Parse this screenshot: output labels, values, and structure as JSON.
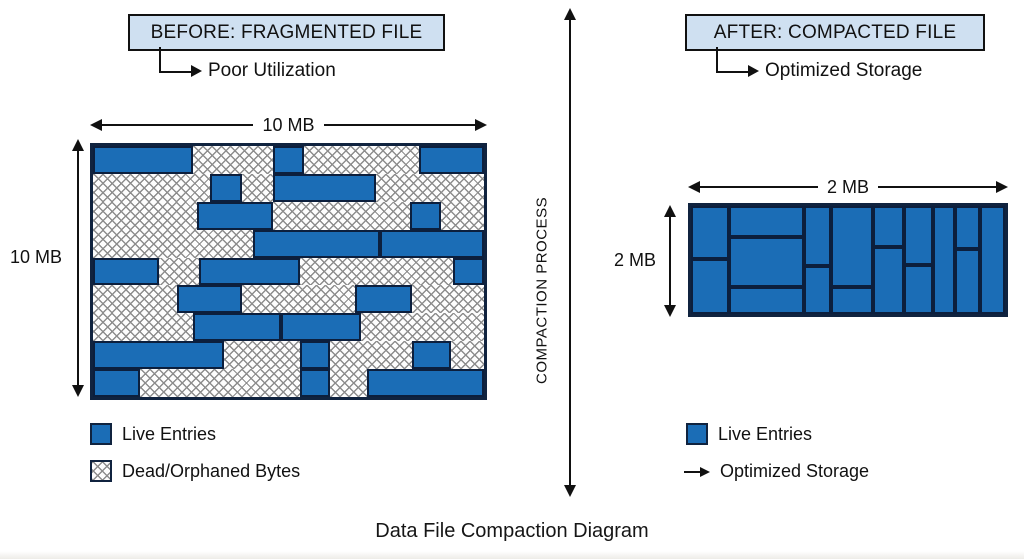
{
  "title": "Data File Compaction Diagram",
  "colors": {
    "live_block": "#1b6db6",
    "block_border": "#0c1f3d",
    "header_box_fill": "#cfe0f1",
    "line": "#111111"
  },
  "process": {
    "label": "COMPACTION PROCESS"
  },
  "before": {
    "header": "BEFORE: FRAGMENTED FILE",
    "callout": "Poor Utilization",
    "width_label": "10 MB",
    "height_label": "10 MB",
    "legend": [
      {
        "swatch": "live",
        "label": "Live Entries"
      },
      {
        "swatch": "dead",
        "label": "Dead/Orphaned Bytes"
      }
    ],
    "rows": [
      [
        {
          "t": "live",
          "w": 25.5
        },
        {
          "t": "dead",
          "w": 20.5
        },
        {
          "t": "live",
          "w": 8
        },
        {
          "t": "dead",
          "w": 29.5
        },
        {
          "t": "live",
          "w": 16.5
        }
      ],
      [
        {
          "t": "dead",
          "w": 30
        },
        {
          "t": "live",
          "w": 8
        },
        {
          "t": "dead",
          "w": 8
        },
        {
          "t": "live",
          "w": 26.5
        },
        {
          "t": "dead",
          "w": 27.5
        }
      ],
      [
        {
          "t": "dead",
          "w": 26.5
        },
        {
          "t": "live",
          "w": 19.5
        },
        {
          "t": "dead",
          "w": 35
        },
        {
          "t": "live",
          "w": 8
        },
        {
          "t": "dead",
          "w": 11
        }
      ],
      [
        {
          "t": "dead",
          "w": 41
        },
        {
          "t": "live",
          "w": 32.5
        },
        {
          "t": "live",
          "w": 26.5
        }
      ],
      [
        {
          "t": "live",
          "w": 17
        },
        {
          "t": "dead",
          "w": 10
        },
        {
          "t": "live",
          "w": 26
        },
        {
          "t": "dead",
          "w": 39
        },
        {
          "t": "live",
          "w": 8
        }
      ],
      [
        {
          "t": "dead",
          "w": 21.5
        },
        {
          "t": "live",
          "w": 16.5
        },
        {
          "t": "dead",
          "w": 29
        },
        {
          "t": "live",
          "w": 14.5
        },
        {
          "t": "dead",
          "w": 18.5
        }
      ],
      [
        {
          "t": "dead",
          "w": 25.5
        },
        {
          "t": "live",
          "w": 22.5
        },
        {
          "t": "live",
          "w": 20.5
        },
        {
          "t": "dead",
          "w": 31.5
        }
      ],
      [
        {
          "t": "live",
          "w": 33.5
        },
        {
          "t": "dead",
          "w": 19.5
        },
        {
          "t": "live",
          "w": 7.5
        },
        {
          "t": "dead",
          "w": 21
        },
        {
          "t": "live",
          "w": 10
        },
        {
          "t": "dead",
          "w": 8.5
        }
      ],
      [
        {
          "t": "live",
          "w": 12
        },
        {
          "t": "dead",
          "w": 41
        },
        {
          "t": "live",
          "w": 7.5
        },
        {
          "t": "dead",
          "w": 9.5
        },
        {
          "t": "live",
          "w": 30
        }
      ]
    ]
  },
  "after": {
    "header": "AFTER: COMPACTED FILE",
    "callout": "Optimized Storage",
    "width_label": "2 MB",
    "height_label": "2 MB",
    "legend": [
      {
        "swatch": "live",
        "label": "Live Entries"
      },
      {
        "swatch": "arrow",
        "label": "Optimized Storage"
      }
    ],
    "columns": [
      {
        "w": 12,
        "splits": [
          49,
          51
        ]
      },
      {
        "w": 24,
        "splits": [
          29,
          46,
          25
        ]
      },
      {
        "w": 8.5,
        "splits": [
          56,
          44
        ]
      },
      {
        "w": 13.5,
        "splits": [
          75,
          25
        ]
      },
      {
        "w": 10,
        "splits": [
          38,
          62
        ]
      },
      {
        "w": 9,
        "splits": [
          55,
          45
        ]
      },
      {
        "w": 7,
        "splits": [
          100
        ]
      },
      {
        "w": 8,
        "splits": [
          40,
          60
        ]
      },
      {
        "w": 8,
        "splits": [
          100
        ]
      }
    ]
  }
}
